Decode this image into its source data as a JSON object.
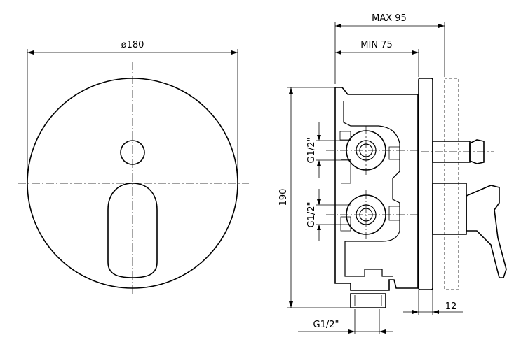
{
  "dimensions": {
    "diameter": "ø180",
    "max_depth": "MAX 95",
    "min_depth": "MIN 75",
    "height": "190",
    "port_upper": "G1/2\"",
    "port_lower": "G1/2\"",
    "port_bottom": "G1/2\"",
    "plate_thickness": "12"
  }
}
